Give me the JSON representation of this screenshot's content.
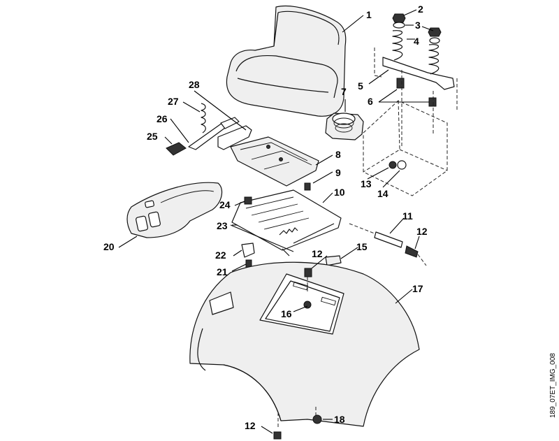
{
  "callouts": [
    "1",
    "2",
    "3",
    "4",
    "5",
    "6",
    "7",
    "8",
    "9",
    "10",
    "11",
    "12",
    "13",
    "14",
    "15",
    "16",
    "17",
    "18",
    "20",
    "21",
    "22",
    "23",
    "24",
    "25",
    "26",
    "27",
    "28"
  ],
  "reference_code": "189_07ET_IMG_008"
}
